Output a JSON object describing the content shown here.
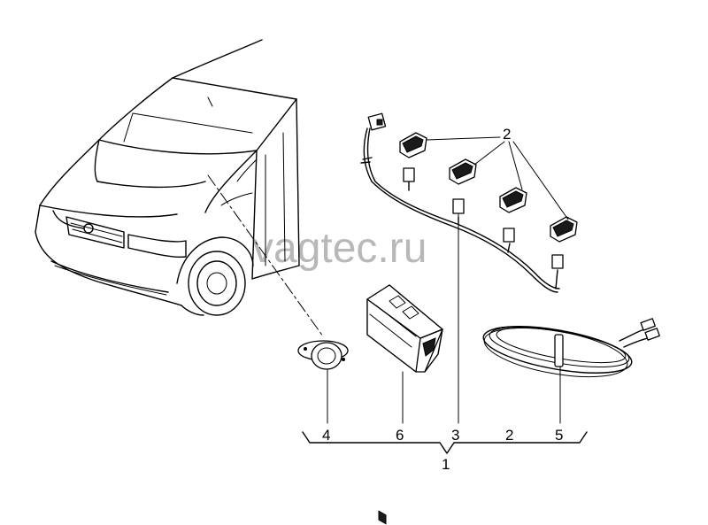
{
  "watermark": "vagtec.ru",
  "callouts": {
    "sensors": "2",
    "buzzer": "4",
    "control_unit": "6",
    "wiring_harness": "3",
    "sensor_bottom": "2",
    "cable": "5",
    "assembly": "1"
  }
}
